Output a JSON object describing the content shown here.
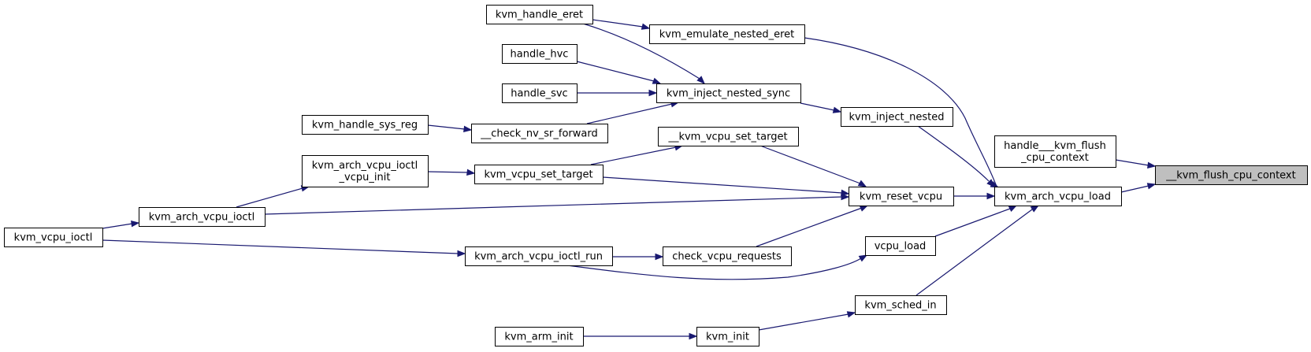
{
  "graph": {
    "type": "call-graph",
    "root": "__kvm_flush_cpu_context",
    "colors": {
      "edge": "#191970",
      "root_fill": "#bfbfbf",
      "node_fill": "#ffffff",
      "border": "#000000"
    },
    "nodes": [
      {
        "id": "root",
        "lines": [
          "__kvm_flush_cpu_context"
        ]
      },
      {
        "id": "handle_flush",
        "lines": [
          "handle___kvm_flush",
          "_cpu_context"
        ]
      },
      {
        "id": "arch_vcpu_load",
        "lines": [
          "kvm_arch_vcpu_load"
        ]
      },
      {
        "id": "emulate_eret",
        "lines": [
          "kvm_emulate_nested_eret"
        ]
      },
      {
        "id": "inject_nested",
        "lines": [
          "kvm_inject_nested"
        ]
      },
      {
        "id": "reset_vcpu",
        "lines": [
          "kvm_reset_vcpu"
        ]
      },
      {
        "id": "vcpu_load",
        "lines": [
          "vcpu_load"
        ]
      },
      {
        "id": "sched_in",
        "lines": [
          "kvm_sched_in"
        ]
      },
      {
        "id": "handle_eret",
        "lines": [
          "kvm_handle_eret"
        ]
      },
      {
        "id": "inject_sync",
        "lines": [
          "kvm_inject_nested_sync"
        ]
      },
      {
        "id": "handle_hvc",
        "lines": [
          "handle_hvc"
        ]
      },
      {
        "id": "handle_svc",
        "lines": [
          "handle_svc"
        ]
      },
      {
        "id": "check_nv",
        "lines": [
          "__check_nv_sr_forward"
        ]
      },
      {
        "id": "sys_reg",
        "lines": [
          "kvm_handle_sys_reg"
        ]
      },
      {
        "id": "__set_target",
        "lines": [
          "__kvm_vcpu_set_target"
        ]
      },
      {
        "id": "set_target",
        "lines": [
          "kvm_vcpu_set_target"
        ]
      },
      {
        "id": "ioctl_init",
        "lines": [
          "kvm_arch_vcpu_ioctl",
          "_vcpu_init"
        ]
      },
      {
        "id": "arch_ioctl",
        "lines": [
          "kvm_arch_vcpu_ioctl"
        ]
      },
      {
        "id": "vcpu_ioctl",
        "lines": [
          "kvm_vcpu_ioctl"
        ]
      },
      {
        "id": "check_req",
        "lines": [
          "check_vcpu_requests"
        ]
      },
      {
        "id": "ioctl_run",
        "lines": [
          "kvm_arch_vcpu_ioctl_run"
        ]
      },
      {
        "id": "kvm_init",
        "lines": [
          "kvm_init"
        ]
      },
      {
        "id": "arm_init",
        "lines": [
          "kvm_arm_init"
        ]
      }
    ],
    "edges": [
      {
        "from": "handle_flush",
        "to": "root"
      },
      {
        "from": "arch_vcpu_load",
        "to": "root"
      },
      {
        "from": "emulate_eret",
        "to": "arch_vcpu_load"
      },
      {
        "from": "inject_nested",
        "to": "arch_vcpu_load"
      },
      {
        "from": "reset_vcpu",
        "to": "arch_vcpu_load"
      },
      {
        "from": "vcpu_load",
        "to": "arch_vcpu_load"
      },
      {
        "from": "sched_in",
        "to": "arch_vcpu_load"
      },
      {
        "from": "handle_eret",
        "to": "emulate_eret"
      },
      {
        "from": "inject_sync",
        "to": "inject_nested"
      },
      {
        "from": "handle_eret",
        "to": "inject_sync"
      },
      {
        "from": "handle_hvc",
        "to": "inject_sync"
      },
      {
        "from": "handle_svc",
        "to": "inject_sync"
      },
      {
        "from": "check_nv",
        "to": "inject_sync"
      },
      {
        "from": "sys_reg",
        "to": "check_nv"
      },
      {
        "from": "__set_target",
        "to": "reset_vcpu"
      },
      {
        "from": "set_target",
        "to": "reset_vcpu"
      },
      {
        "from": "arch_ioctl",
        "to": "reset_vcpu"
      },
      {
        "from": "check_req",
        "to": "reset_vcpu"
      },
      {
        "from": "set_target",
        "to": "__set_target"
      },
      {
        "from": "ioctl_init",
        "to": "set_target"
      },
      {
        "from": "arch_ioctl",
        "to": "ioctl_init"
      },
      {
        "from": "vcpu_ioctl",
        "to": "arch_ioctl"
      },
      {
        "from": "ioctl_run",
        "to": "check_req"
      },
      {
        "from": "vcpu_ioctl",
        "to": "ioctl_run"
      },
      {
        "from": "ioctl_run",
        "to": "vcpu_load"
      },
      {
        "from": "kvm_init",
        "to": "sched_in"
      },
      {
        "from": "arm_init",
        "to": "kvm_init"
      }
    ]
  }
}
